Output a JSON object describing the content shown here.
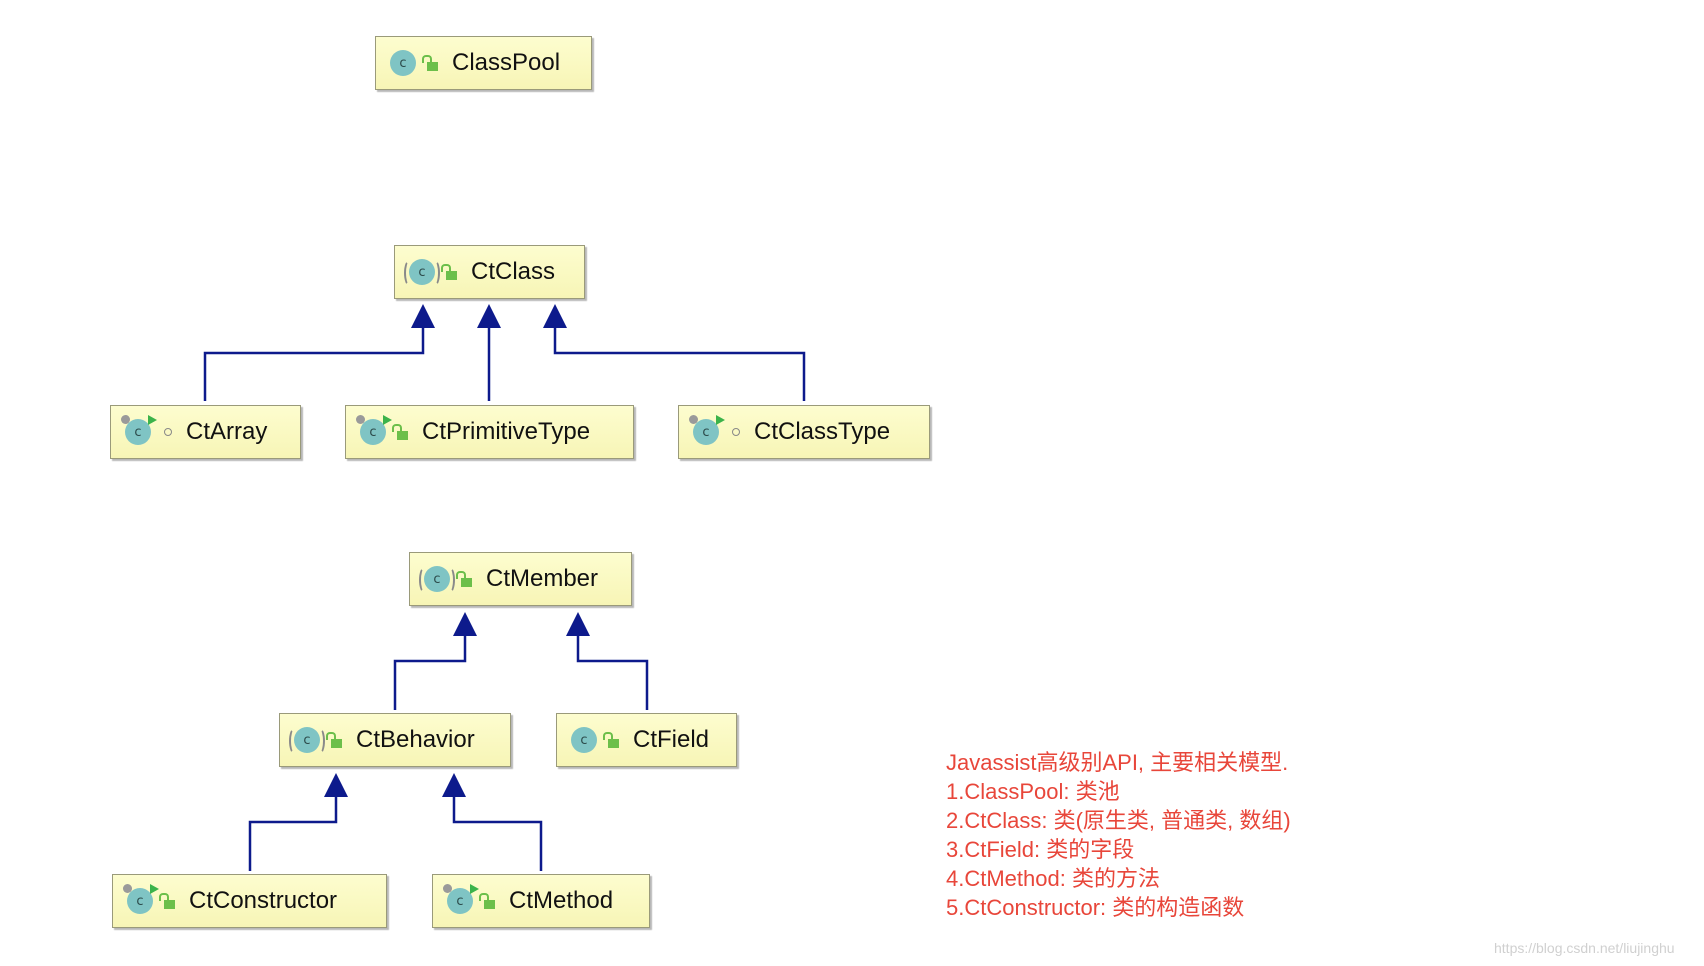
{
  "nodes": {
    "classpool": "ClassPool",
    "ctclass": "CtClass",
    "ctarray": "CtArray",
    "ctprimitivetype": "CtPrimitiveType",
    "ctclasstype": "CtClassType",
    "ctmember": "CtMember",
    "ctbehavior": "CtBehavior",
    "ctfield": "CtField",
    "ctconstructor": "CtConstructor",
    "ctmethod": "CtMethod"
  },
  "icon_letter": "c",
  "edges": [
    [
      "ctarray",
      "ctclass"
    ],
    [
      "ctprimitivetype",
      "ctclass"
    ],
    [
      "ctclasstype",
      "ctclass"
    ],
    [
      "ctbehavior",
      "ctmember"
    ],
    [
      "ctfield",
      "ctmember"
    ],
    [
      "ctconstructor",
      "ctbehavior"
    ],
    [
      "ctmethod",
      "ctbehavior"
    ]
  ],
  "colors": {
    "edge": "#0d1a8c",
    "node_fill": "#fbfac4",
    "note": "#e8463a",
    "class_icon": "#7fc4c4",
    "lock": "#6cbf4a"
  },
  "note": {
    "lines": [
      "Javassist高级别API, 主要相关模型.",
      "1.ClassPool: 类池",
      "2.CtClass: 类(原生类, 普通类, 数组)",
      "3.CtField: 类的字段",
      "4.CtMethod: 类的方法",
      "5.CtConstructor: 类的构造函数"
    ]
  },
  "watermark": "https://blog.csdn.net/liujinghu"
}
